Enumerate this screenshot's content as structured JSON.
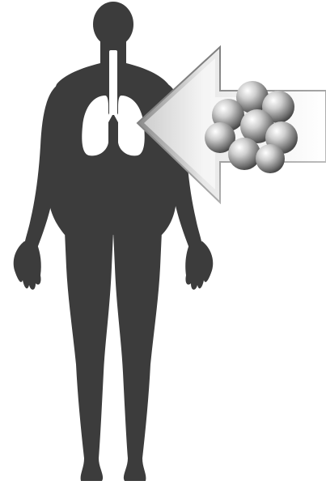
{
  "figure": {
    "subject": "human-body-silhouette",
    "organ_highlighted": "lungs",
    "inhaled_agent": "particle-cluster",
    "arrow_direction": "left",
    "particle_count": 8,
    "colors": {
      "background": "#ffffff",
      "body": "#3c3c3c",
      "lungs": "#ffffff",
      "arrow_light": "#ffffff",
      "arrow_dark": "#8a8a8a",
      "particle_light": "#f2f2f2",
      "particle_dark": "#4a4a4a"
    }
  }
}
